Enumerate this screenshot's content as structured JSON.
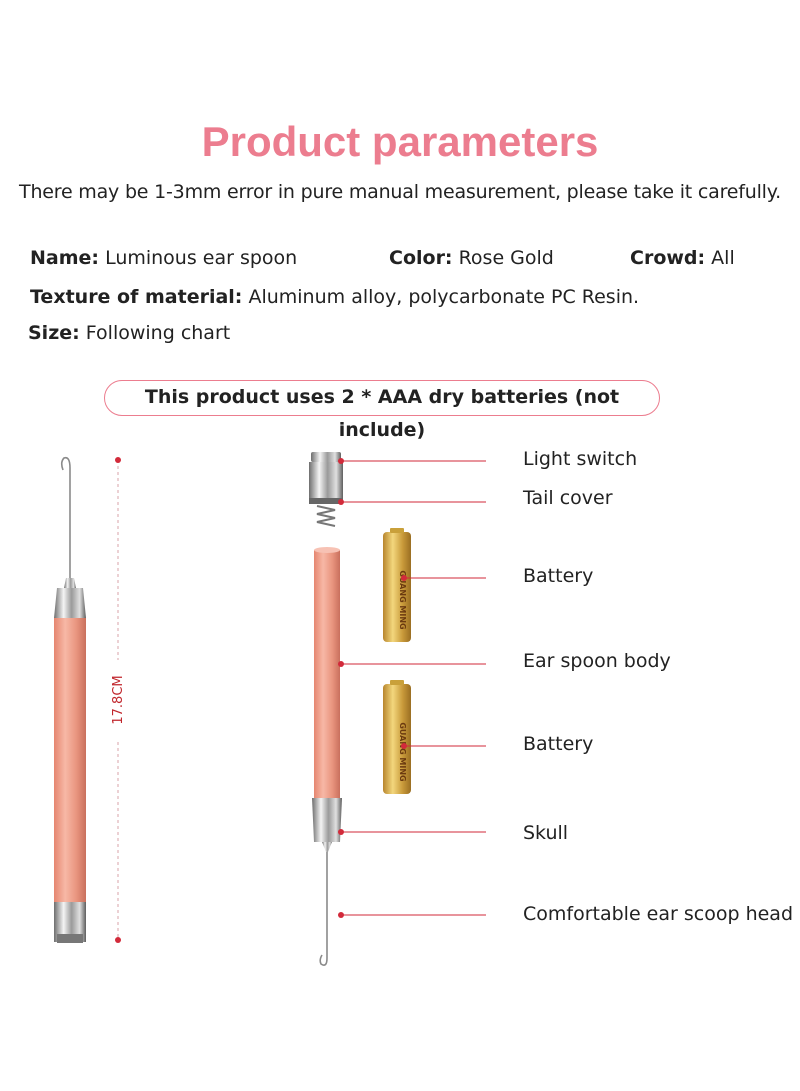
{
  "header": {
    "title": "Product parameters",
    "subtitle": "There may be 1-3mm error in pure manual measurement, please take it carefully."
  },
  "params": {
    "name_label": "Name:",
    "name_value": "Luminous ear spoon",
    "color_label": "Color:",
    "color_value": "Rose Gold",
    "crowd_label": "Crowd:",
    "crowd_value": "All",
    "material_label": "Texture of material:",
    "material_value": "Aluminum alloy, polycarbonate PC Resin.",
    "size_label": "Size:",
    "size_value": "Following chart"
  },
  "notice": "This product uses 2 * AAA dry batteries (not include)",
  "dimension": "17.8CM",
  "parts": [
    "Light switch",
    "Tail cover",
    "Battery",
    "Ear spoon body",
    "Battery",
    "Skull",
    "Comfortable ear scoop head"
  ],
  "battery_print": "GUANG MING",
  "colors": {
    "accent": "#ec7d8f",
    "rose_gold": "#e9957f",
    "leader": "#d22a3a"
  }
}
